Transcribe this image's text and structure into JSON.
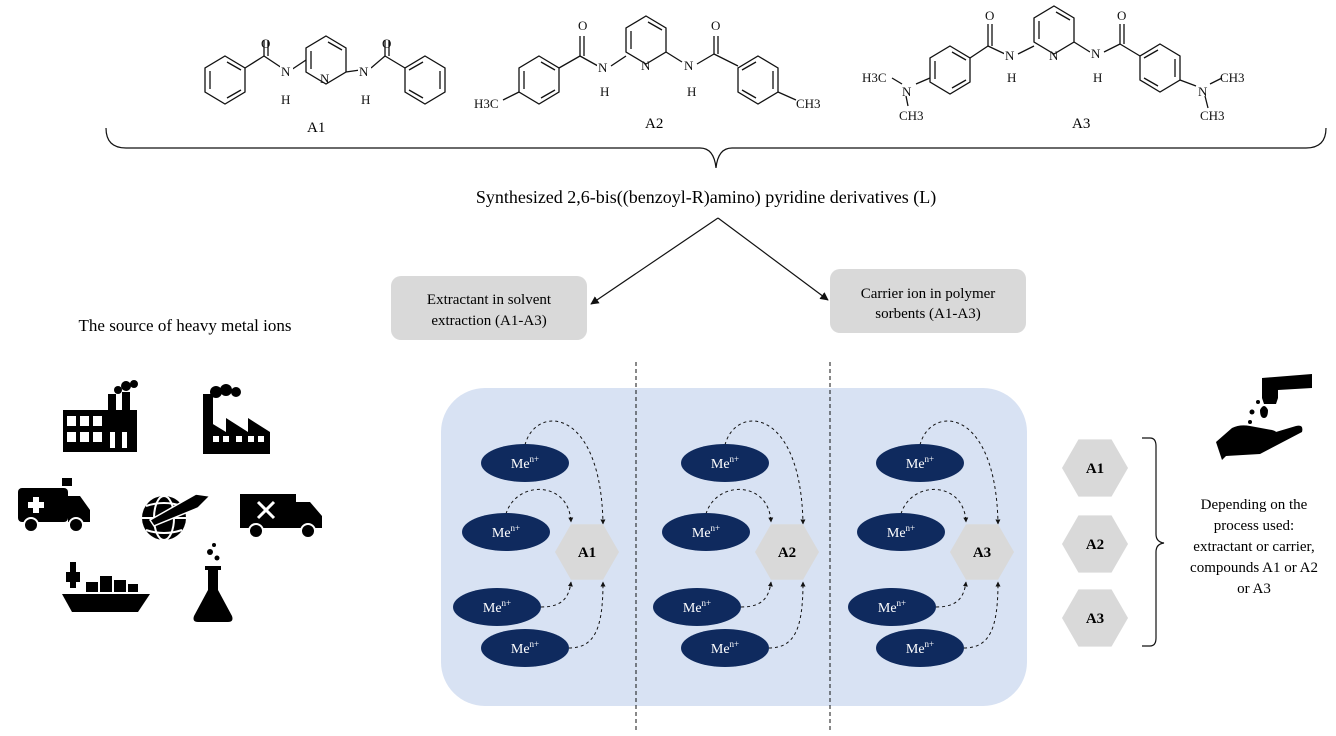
{
  "compounds": [
    {
      "label": "A1"
    },
    {
      "label": "A2"
    },
    {
      "label": "A3"
    }
  ],
  "atoms": {
    "N": "N",
    "H": "H",
    "O": "O",
    "H3C": "H3C",
    "CH3": "CH3"
  },
  "title": "Synthesized 2,6-bis((benzoyl-R)amino) pyridine derivatives (L)",
  "process_boxes": {
    "solvent": {
      "line1": "Extractant in solvent",
      "line2": "extraction (A1-A3)"
    },
    "polymer": {
      "line1": "Carrier ion in polymer",
      "line2": "sorbents (A1-A3)"
    }
  },
  "source_title": "The source of heavy metal ions",
  "source_icons": [
    "factory-icon",
    "factory-smoke-icon",
    "ambulance-icon",
    "globe-plane-icon",
    "food-truck-icon",
    "ship-icon",
    "flask-icon"
  ],
  "metal_ion": {
    "base": "Me",
    "charge": "n+"
  },
  "panels": [
    {
      "ligand": "A1"
    },
    {
      "ligand": "A2"
    },
    {
      "ligand": "A3"
    }
  ],
  "legend": {
    "items": [
      "A1",
      "A2",
      "A3"
    ],
    "note_lines": [
      "Depending on the",
      "process used:",
      "extractant or carrier,",
      "compounds A1 or A2",
      "or A3"
    ]
  },
  "colors": {
    "panel_bg": "#d8e2f3",
    "ion_fill": "#0f2a5e",
    "hex_fill": "#d9d9d9",
    "box_fill": "#d9d9d9"
  }
}
